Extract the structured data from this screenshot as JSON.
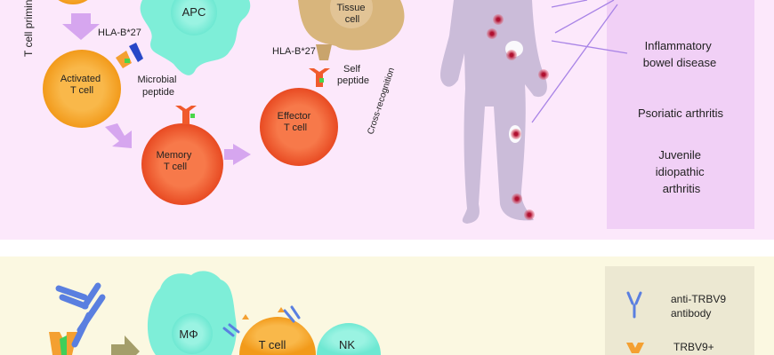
{
  "top_panel": {
    "priming_label": "T cell priming",
    "apc_label": "APC",
    "hla_label_1": "HLA-B*27",
    "microbial_peptide": [
      "Microbial",
      "peptide"
    ],
    "activated_t_cell": [
      "Activated",
      "T cell"
    ],
    "memory_t_cell": [
      "Memory",
      "T cell"
    ],
    "effector_t_cell": [
      "Effector",
      "T cell"
    ],
    "tissue_cell": [
      "Tissue",
      "cell"
    ],
    "hla_label_2": "HLA-B*27",
    "self_peptide": [
      "Self",
      "peptide"
    ],
    "cross_recognition": "Cross-recognition",
    "diseases": {
      "ibd": [
        "Inflammatory",
        "bowel disease"
      ],
      "psa": "Psoriatic arthritis",
      "jia": [
        "Juvenile",
        "idiopathic",
        "arthritis"
      ]
    }
  },
  "bottom_panel": {
    "macrophage_label": "MΦ",
    "t_cell_label": "T cell",
    "nk_label": "NK",
    "legend": {
      "antibody": [
        "anti-TRBV9",
        "antibody"
      ],
      "trbv9": "TRBV9+"
    }
  },
  "colors": {
    "top_bg": "#fce8fb",
    "bottom_bg": "#fbf8e1",
    "orange_cell": "#f6a623",
    "red_cell": "#f05a2c",
    "apc": "#7eeed8",
    "tissue": "#d8b57c",
    "arrow": "#d6a6ef",
    "body": "#cbbcd9",
    "disease_box": "#f1d0f6",
    "legend_box": "#ece8d2"
  }
}
